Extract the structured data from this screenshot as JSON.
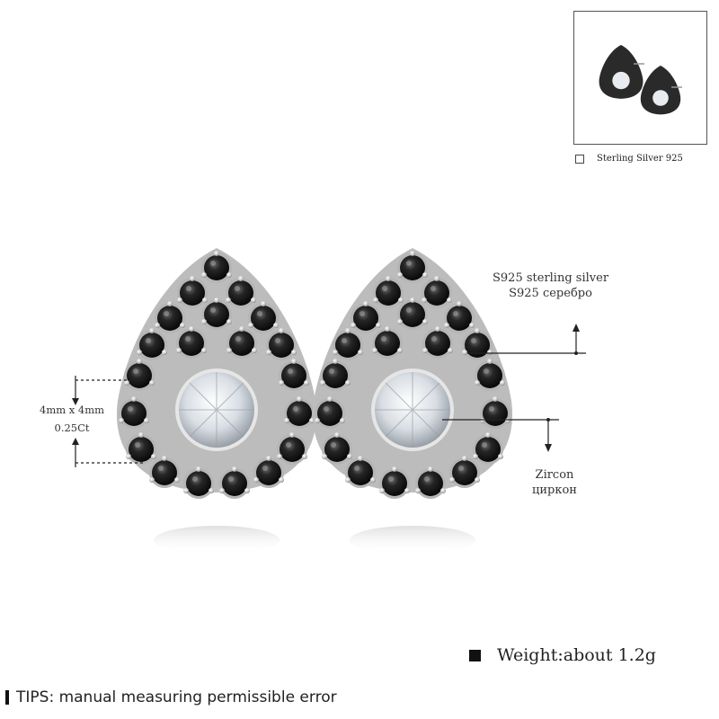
{
  "thumbnail": {
    "caption": "Sterling Silver 925"
  },
  "annotations": {
    "stone_size": "4mm x 4mm",
    "carat": "0.25Ct",
    "metal_en": "S925 sterling silver",
    "metal_ru": "S925 серебро",
    "stone_en": "Zircon",
    "stone_ru": "циркон"
  },
  "footer": {
    "weight": "Weight:about 1.2g",
    "tips": "TIPS: manual measuring permissible error"
  },
  "colors": {
    "black_stone": "#1a1a1a",
    "silver": "#c8c8c8",
    "zircon": "#eef2f6",
    "line": "#222222"
  },
  "icon_names": [
    "checkbox-icon",
    "square-bullet-icon",
    "bar-bullet-icon"
  ]
}
